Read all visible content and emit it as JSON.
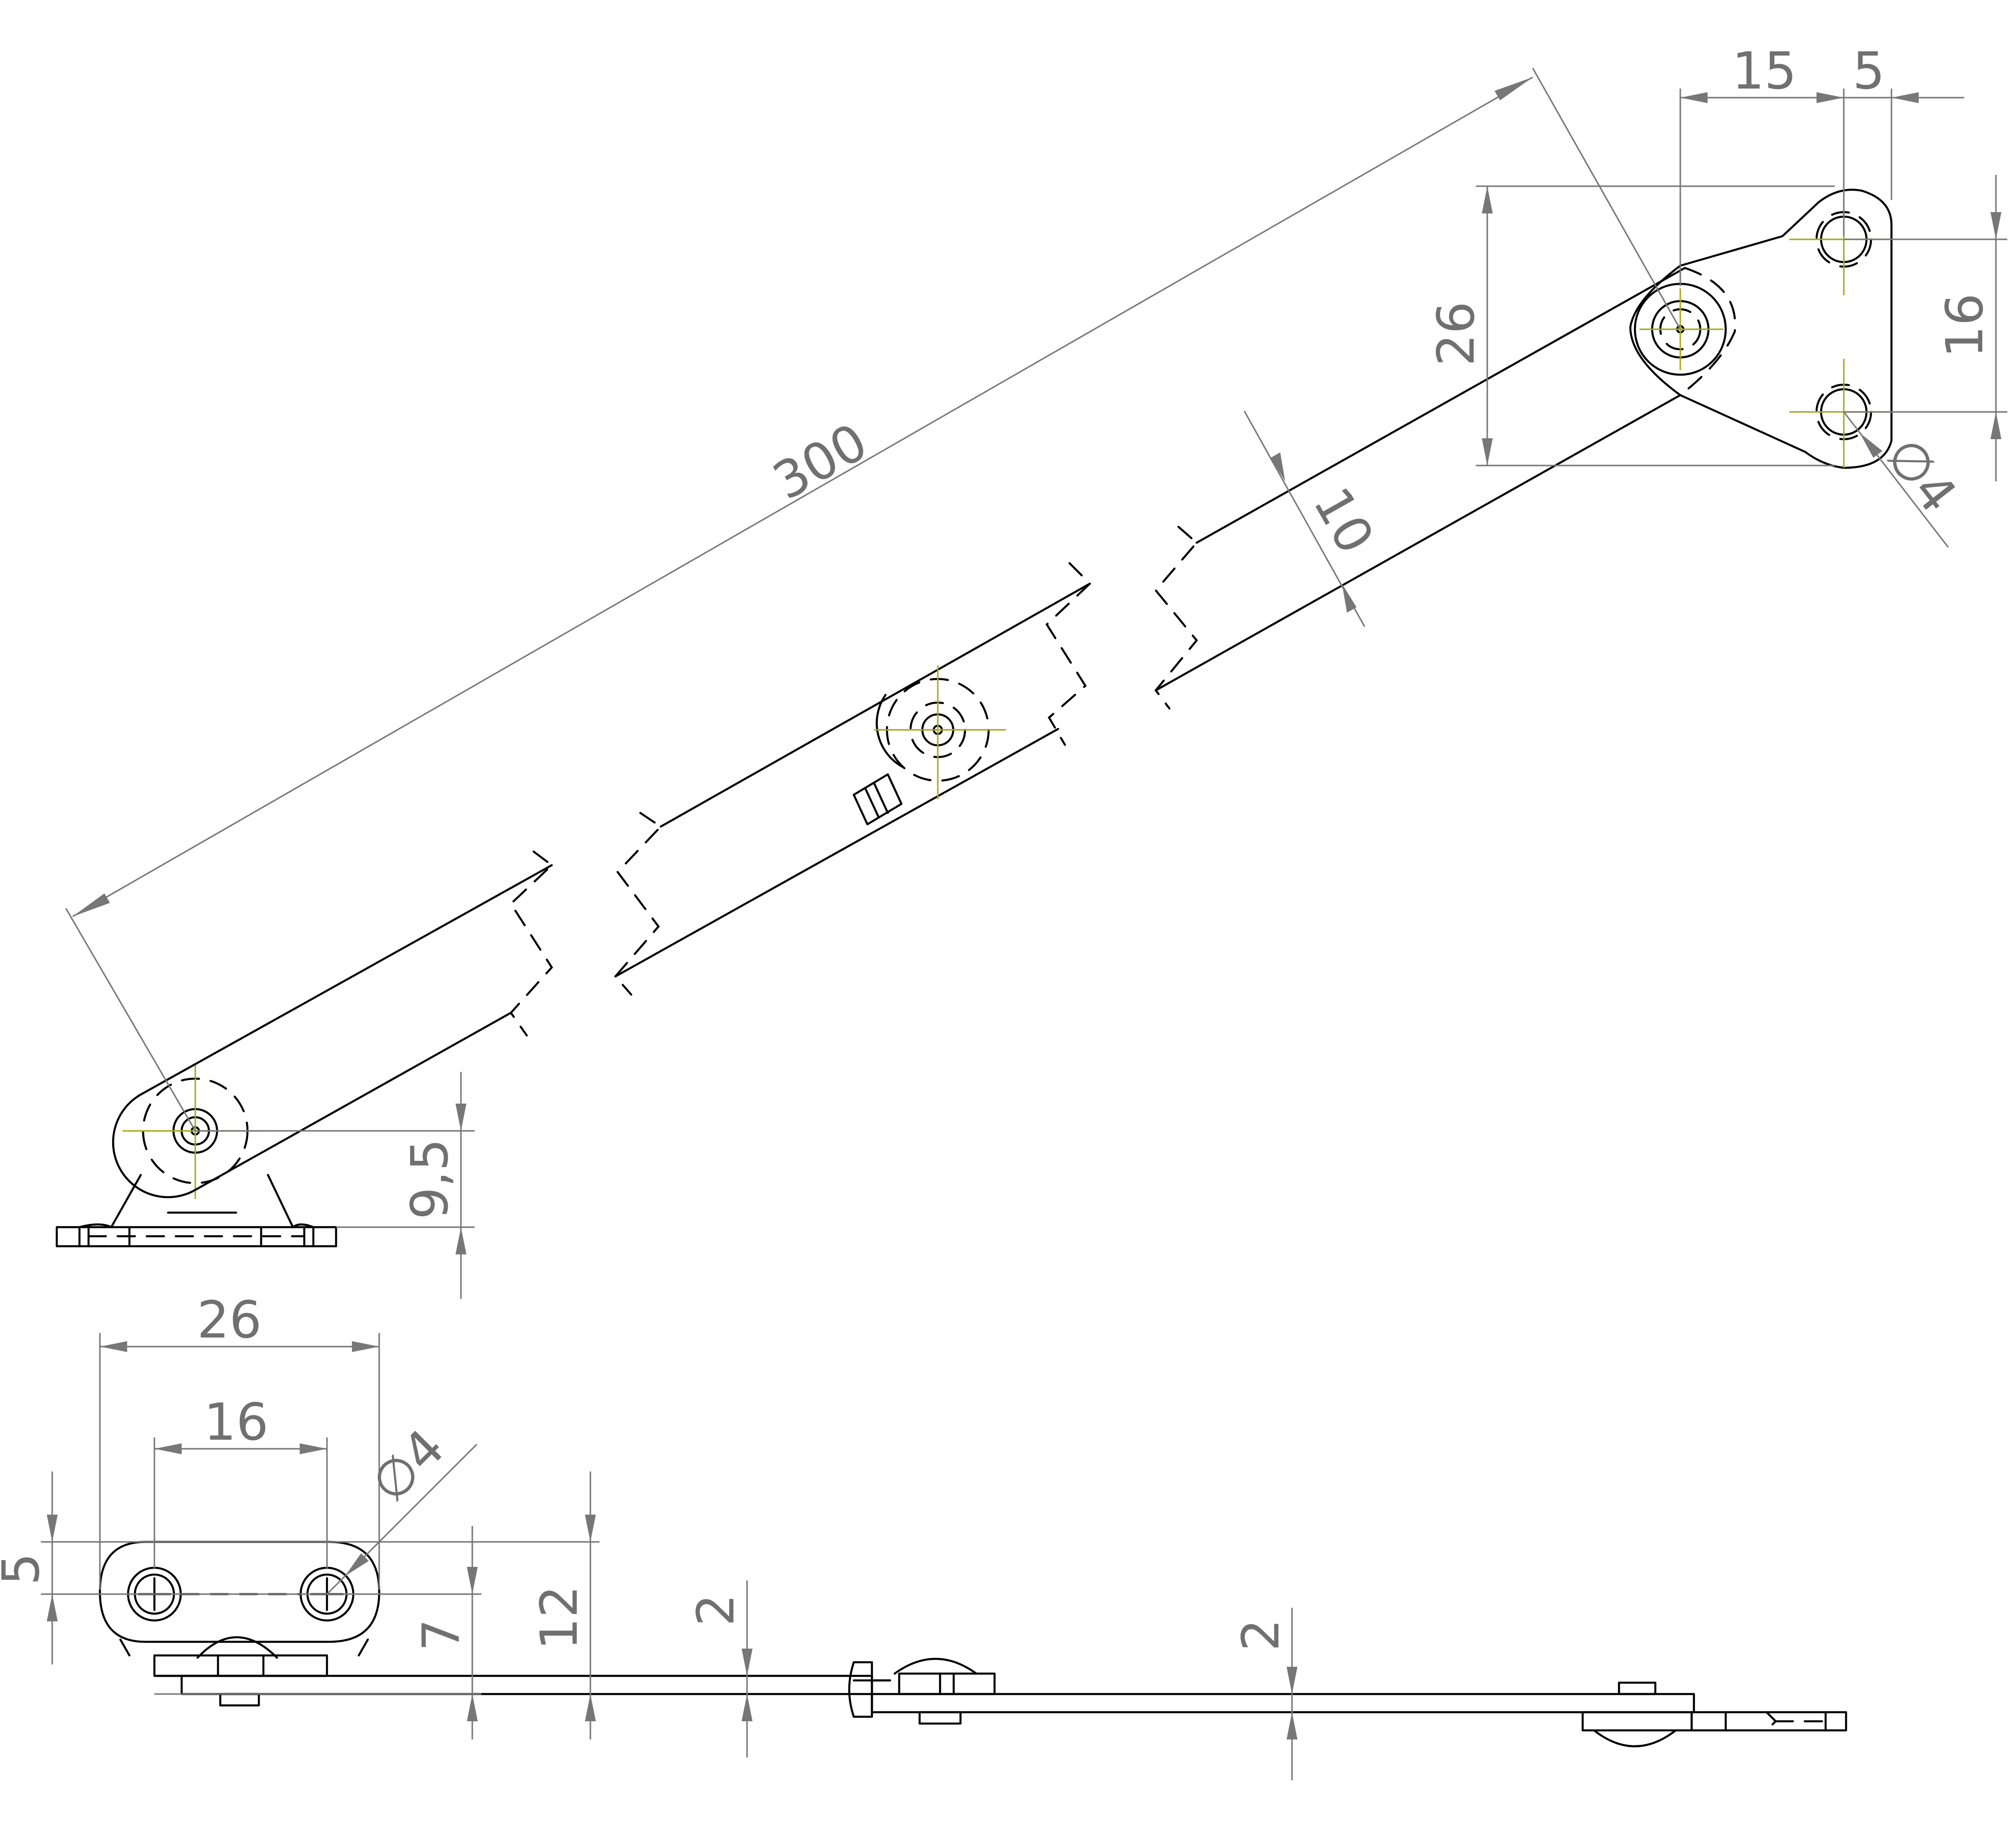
{
  "drawing": {
    "colors": {
      "outline": "#000000",
      "dimension": "#777777",
      "centerline": "#a8a81e",
      "background": "#ffffff"
    },
    "elevation_view": {
      "dimensions": {
        "overall_length": "300",
        "bracket_hole_pitch_x": "15",
        "bracket_edge_offset": "5",
        "bracket_height": "26",
        "bracket_hole_pitch_y": "16",
        "arm_width": "10",
        "hole_diameter": "∅4",
        "pivot_height": "9,5"
      }
    },
    "plan_view": {
      "dimensions": {
        "base_length": "26",
        "hole_pitch": "16",
        "hole_diameter": "∅4",
        "hole_edge_offset": "5",
        "pivot_offset": "7",
        "overall_height": "12",
        "arm_thickness_left": "2",
        "arm_thickness_right": "2"
      }
    }
  }
}
